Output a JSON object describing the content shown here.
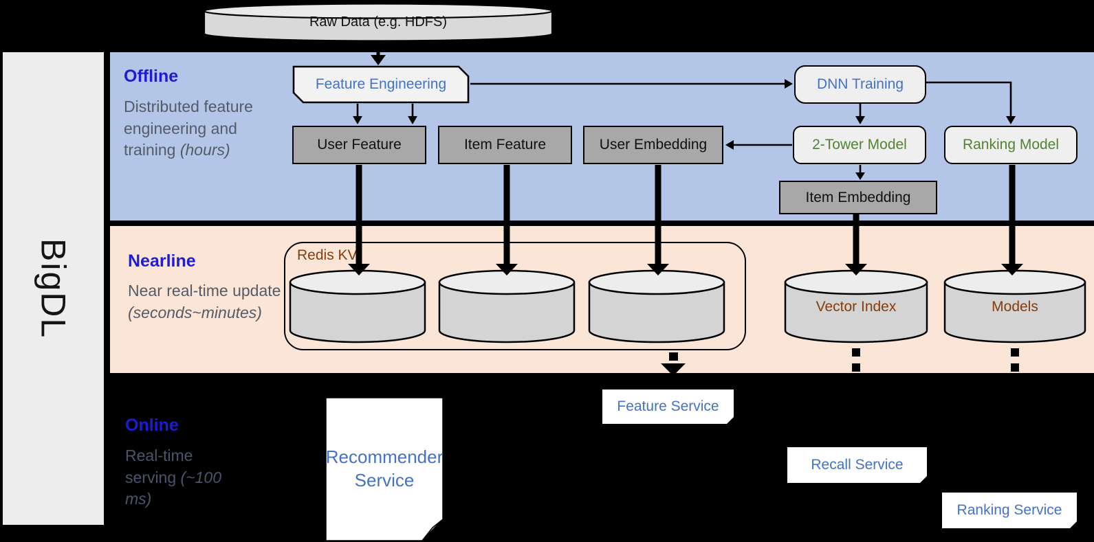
{
  "brand": "BigDL",
  "source": {
    "raw_data": "Raw Data (e.g. HDFS)"
  },
  "sections": {
    "offline": {
      "title": "Offline",
      "desc": "Distributed feature engineering and training ",
      "note": "(hours)"
    },
    "nearline": {
      "title": "Nearline",
      "desc": "Near real-time update ",
      "note": "(seconds~minutes)"
    },
    "online": {
      "title": "Online",
      "desc": "Real-time serving ",
      "note": "(~100 ms)"
    }
  },
  "nodes": {
    "feature_engineering": "Feature Engineering",
    "dnn_training": "DNN Training",
    "user_feature": "User Feature",
    "item_feature": "Item Feature",
    "user_embedding": "User Embedding",
    "two_tower_model": "2-Tower Model",
    "ranking_model": "Ranking Model",
    "item_embedding": "Item Embedding"
  },
  "stores": {
    "redis_kv": "Redis KV",
    "vector_index": "Vector Index",
    "models": "Models"
  },
  "services": {
    "recommender": "Recommender Service",
    "feature": "Feature Service",
    "recall": "Recall Service",
    "ranking": "Ranking Service"
  },
  "colors": {
    "background": "#000000",
    "offline_band": "#B3C6E7",
    "nearline_band": "#FBE5D6",
    "left_bar": "#EDEDED",
    "section_title_blue": "#1C1CD6",
    "section_desc_gray": "#555B66",
    "node_blue_text": "#4472C4",
    "node_green_text": "#548235",
    "store_brown_text": "#843C0C",
    "gray_node_fill": "#A8A8A8",
    "light_node_fill": "#EFEFEF",
    "cylinder_fill": "#D4D4D4"
  }
}
